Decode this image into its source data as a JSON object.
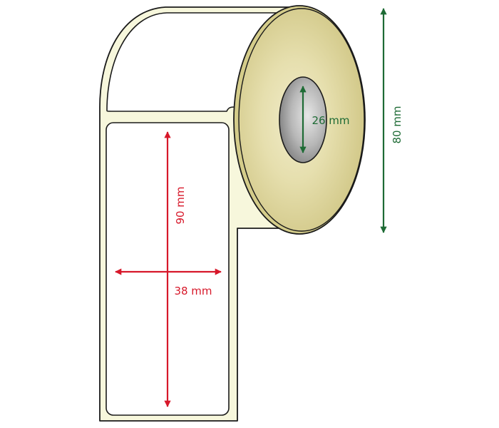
{
  "labels": {
    "label_height": "90 mm",
    "label_width": "38 mm",
    "core_diameter": "26 mm",
    "roll_diameter": "80 mm"
  },
  "colors": {
    "outline": "#1a1a1a",
    "paper": "#ffffff",
    "backing": "#f7f7dc",
    "roll_face": "#d4cc8a",
    "roll_face_light": "#e8e2b4",
    "core_hole": "#8e8e8e",
    "core_hole_light": "#d9d9d9",
    "red_dimension": "#d7182a",
    "green_dimension": "#1e6b35"
  }
}
